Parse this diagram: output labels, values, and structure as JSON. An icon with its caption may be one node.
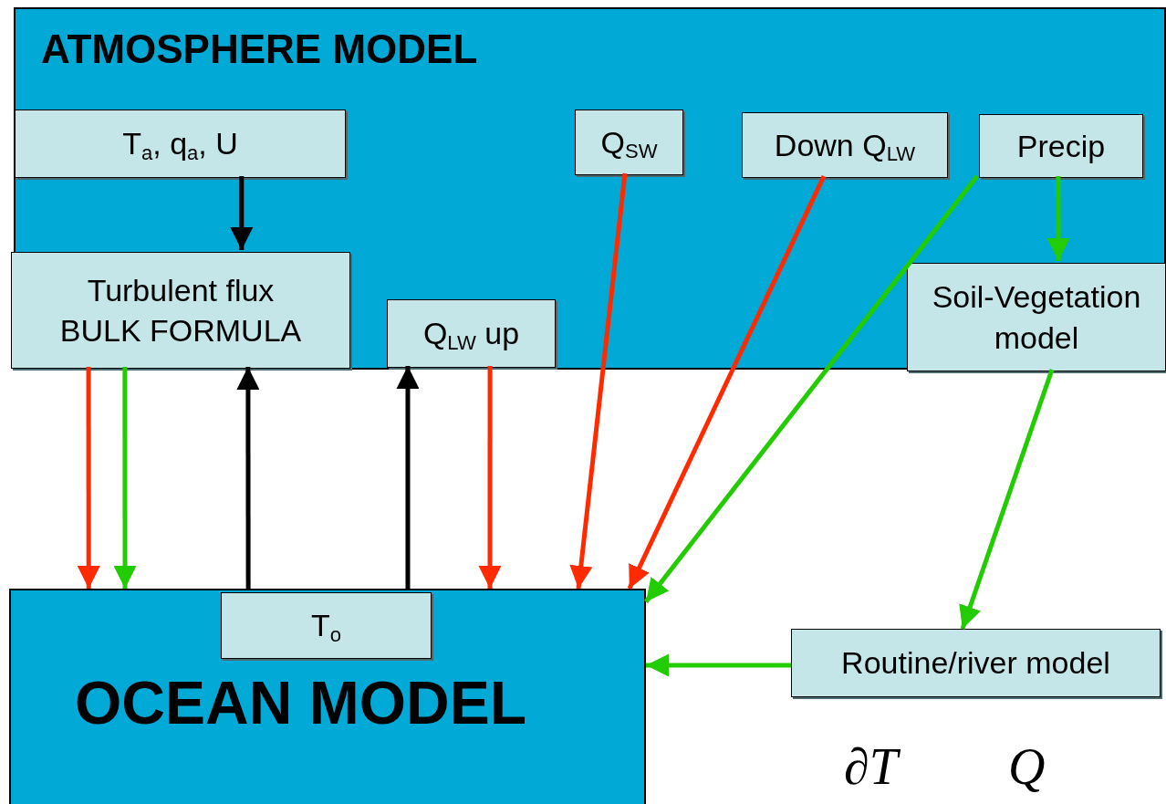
{
  "diagram": {
    "nodes": [
      {
        "text": [
          "ATMOSPHERE MODEL"
        ]
      },
      {
        "text": [
          "T$_{a}$, q$_{a}$, U"
        ],
        "in": 0
      },
      {
        "text": [
          "Q$_{SW}$"
        ],
        "in": 0
      },
      {
        "text": [
          "Down Q$_{LW}$"
        ],
        "in": 0
      },
      {
        "text": [
          "Precip"
        ],
        "in": 0
      },
      {
        "text": [
          "Turbulent flux BULK FORMULA"
        ],
        "in": 0
      },
      {
        "text": [
          "Q$_{LW}$ up"
        ],
        "in": 0
      },
      {
        "text": [
          "Soil-Vegetation model"
        ],
        "in": 0
      },
      {
        "text": [
          "OCEAN MODEL"
        ]
      },
      {
        "text": [
          "T$_{o}$"
        ],
        "in": 8
      },
      {
        "text": [
          "Routine/river model"
        ]
      }
    ],
    "edges": [
      {
        "from": 1,
        "to": 5,
        "arrow": "to",
        "color": "#000000"
      },
      {
        "from": 5,
        "to": 8,
        "arrow": "to",
        "color": "#ff2a00"
      },
      {
        "from": 5,
        "to": 8,
        "arrow": "to",
        "color": "#22cc00"
      },
      {
        "from": 9,
        "to": 5,
        "arrow": "to",
        "color": "#000000"
      },
      {
        "from": 9,
        "to": 6,
        "arrow": "to",
        "color": "#000000"
      },
      {
        "from": 6,
        "to": 8,
        "arrow": "to",
        "color": "#ff2a00"
      },
      {
        "from": 2,
        "to": 8,
        "arrow": "to",
        "color": "#ff2a00"
      },
      {
        "from": 3,
        "to": 8,
        "arrow": "to",
        "color": "#ff2a00"
      },
      {
        "from": 4,
        "to": 8,
        "arrow": "to",
        "color": "#22cc00"
      },
      {
        "from": 4,
        "to": 7,
        "arrow": "to",
        "color": "#22cc00"
      },
      {
        "from": 7,
        "to": 10,
        "arrow": "to",
        "color": "#22cc00"
      },
      {
        "from": 10,
        "to": 8,
        "arrow": "to",
        "color": "#22cc00"
      }
    ],
    "labels": [
      "∂T",
      "Q"
    ]
  }
}
